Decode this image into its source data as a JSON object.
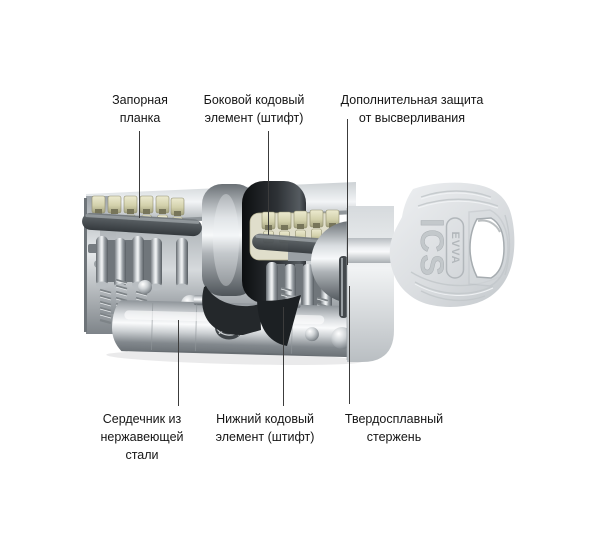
{
  "figure": {
    "subject": "lock-cylinder-cutaway",
    "key": {
      "brand": "EVVA",
      "model": "ICS"
    }
  },
  "annotations": {
    "top": [
      {
        "id": "locking-bar",
        "lines": [
          "Запорная",
          "планка"
        ]
      },
      {
        "id": "side-coding-pin",
        "lines": [
          "Боковой кодовый",
          "элемент (штифт)"
        ]
      },
      {
        "id": "drill-protection",
        "lines": [
          "Дополнительная защита",
          "от высверливания"
        ]
      }
    ],
    "bottom": [
      {
        "id": "stainless-core",
        "lines": [
          "Сердечник из",
          "нержавеющей",
          "стали"
        ]
      },
      {
        "id": "bottom-coding-pin",
        "lines": [
          "Нижний кодовый",
          "элемент (штифт)"
        ]
      },
      {
        "id": "carbide-rod",
        "lines": [
          "Твердосплавный",
          "стержень"
        ]
      }
    ]
  },
  "palette": {
    "background": "#ffffff",
    "label_text": "#161616",
    "leader_line": "#3c3c3c",
    "metal_light": "#f2f4f6",
    "metal_mid": "#aeb4b8",
    "metal_dark": "#575d62",
    "pin_brass_light": "#ecead0",
    "pin_brass_dark": "#a3a17e",
    "bar_gray": "#4a4f53",
    "cam_black": "#1c2023",
    "key_body": "#dadde0",
    "key_emboss": "#c0c5c8"
  }
}
